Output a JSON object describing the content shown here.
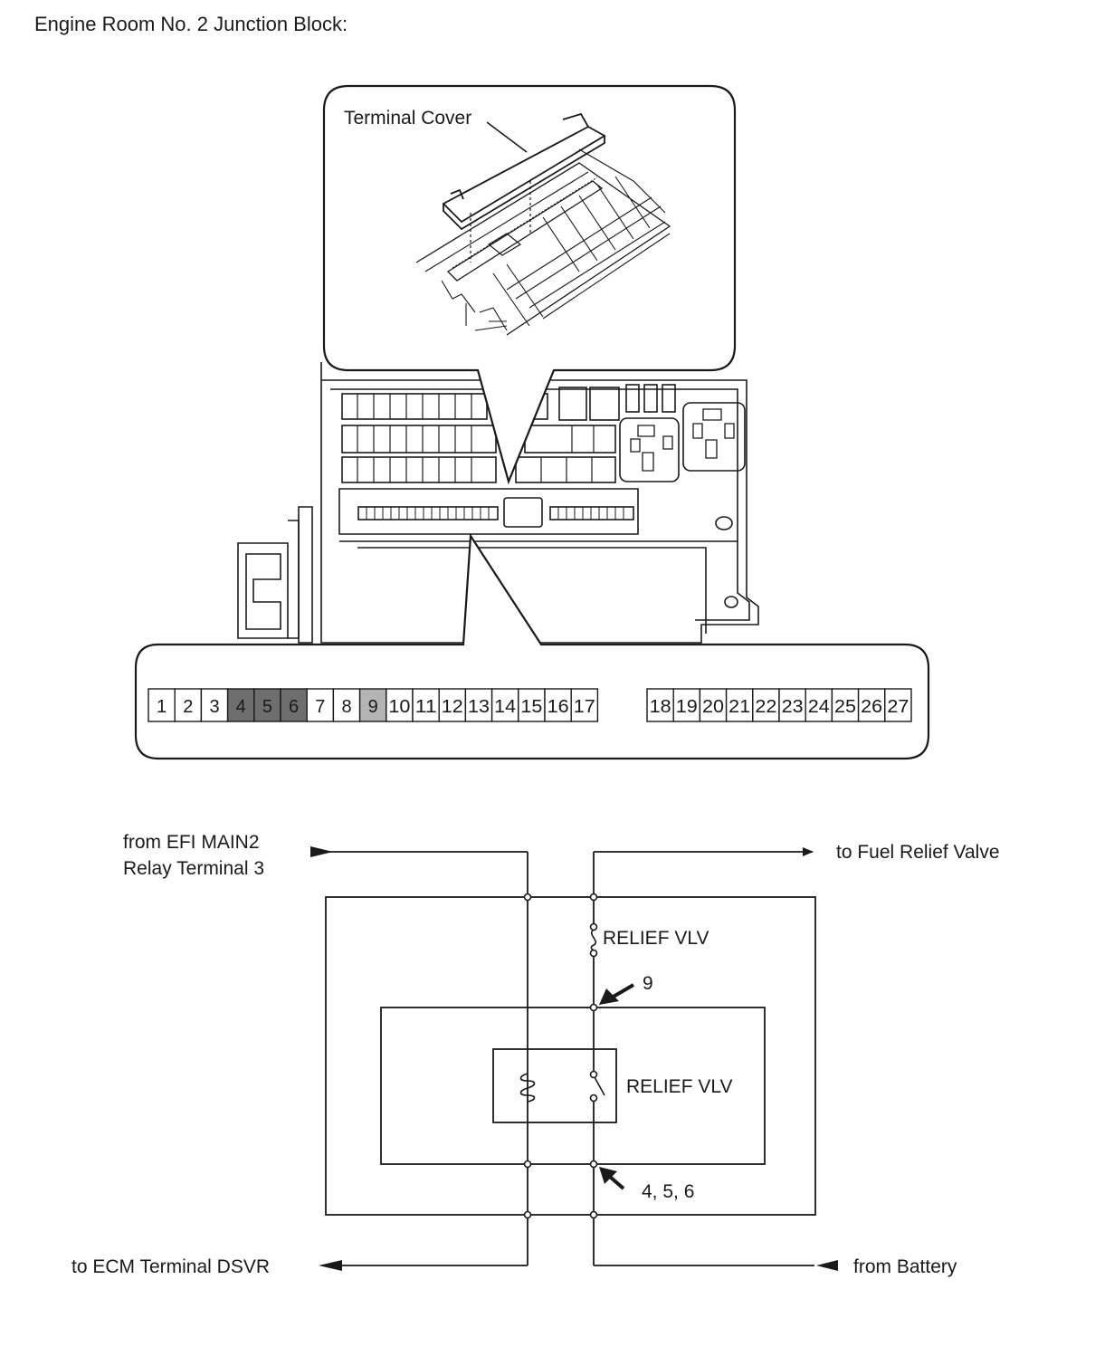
{
  "heading": "Engine Room No. 2 Junction Block:",
  "callout": {
    "terminal_cover": "Terminal Cover"
  },
  "connector": {
    "left_terminals": [
      "1",
      "2",
      "3",
      "4",
      "5",
      "6",
      "7",
      "8",
      "9",
      "10",
      "11",
      "12",
      "13",
      "14",
      "15",
      "16",
      "17"
    ],
    "right_terminals": [
      "18",
      "19",
      "20",
      "21",
      "22",
      "23",
      "24",
      "25",
      "26",
      "27"
    ],
    "highlighted_dark": [
      "4",
      "5",
      "6"
    ],
    "highlighted_light": [
      "9"
    ],
    "colors": {
      "dark": "#6e6e6e",
      "light": "#b4b4b4"
    }
  },
  "schematic": {
    "from_efi_line1": "from EFI MAIN2",
    "from_efi_line2": "Relay Terminal 3",
    "to_fuel_relief": "to Fuel Relief Valve",
    "fuse_label": "RELIEF VLV",
    "relay_label": "RELIEF VLV",
    "pin_9": "9",
    "pins_456": "4, 5, 6",
    "to_ecm": "to ECM Terminal DSVR",
    "from_battery": "from Battery"
  }
}
